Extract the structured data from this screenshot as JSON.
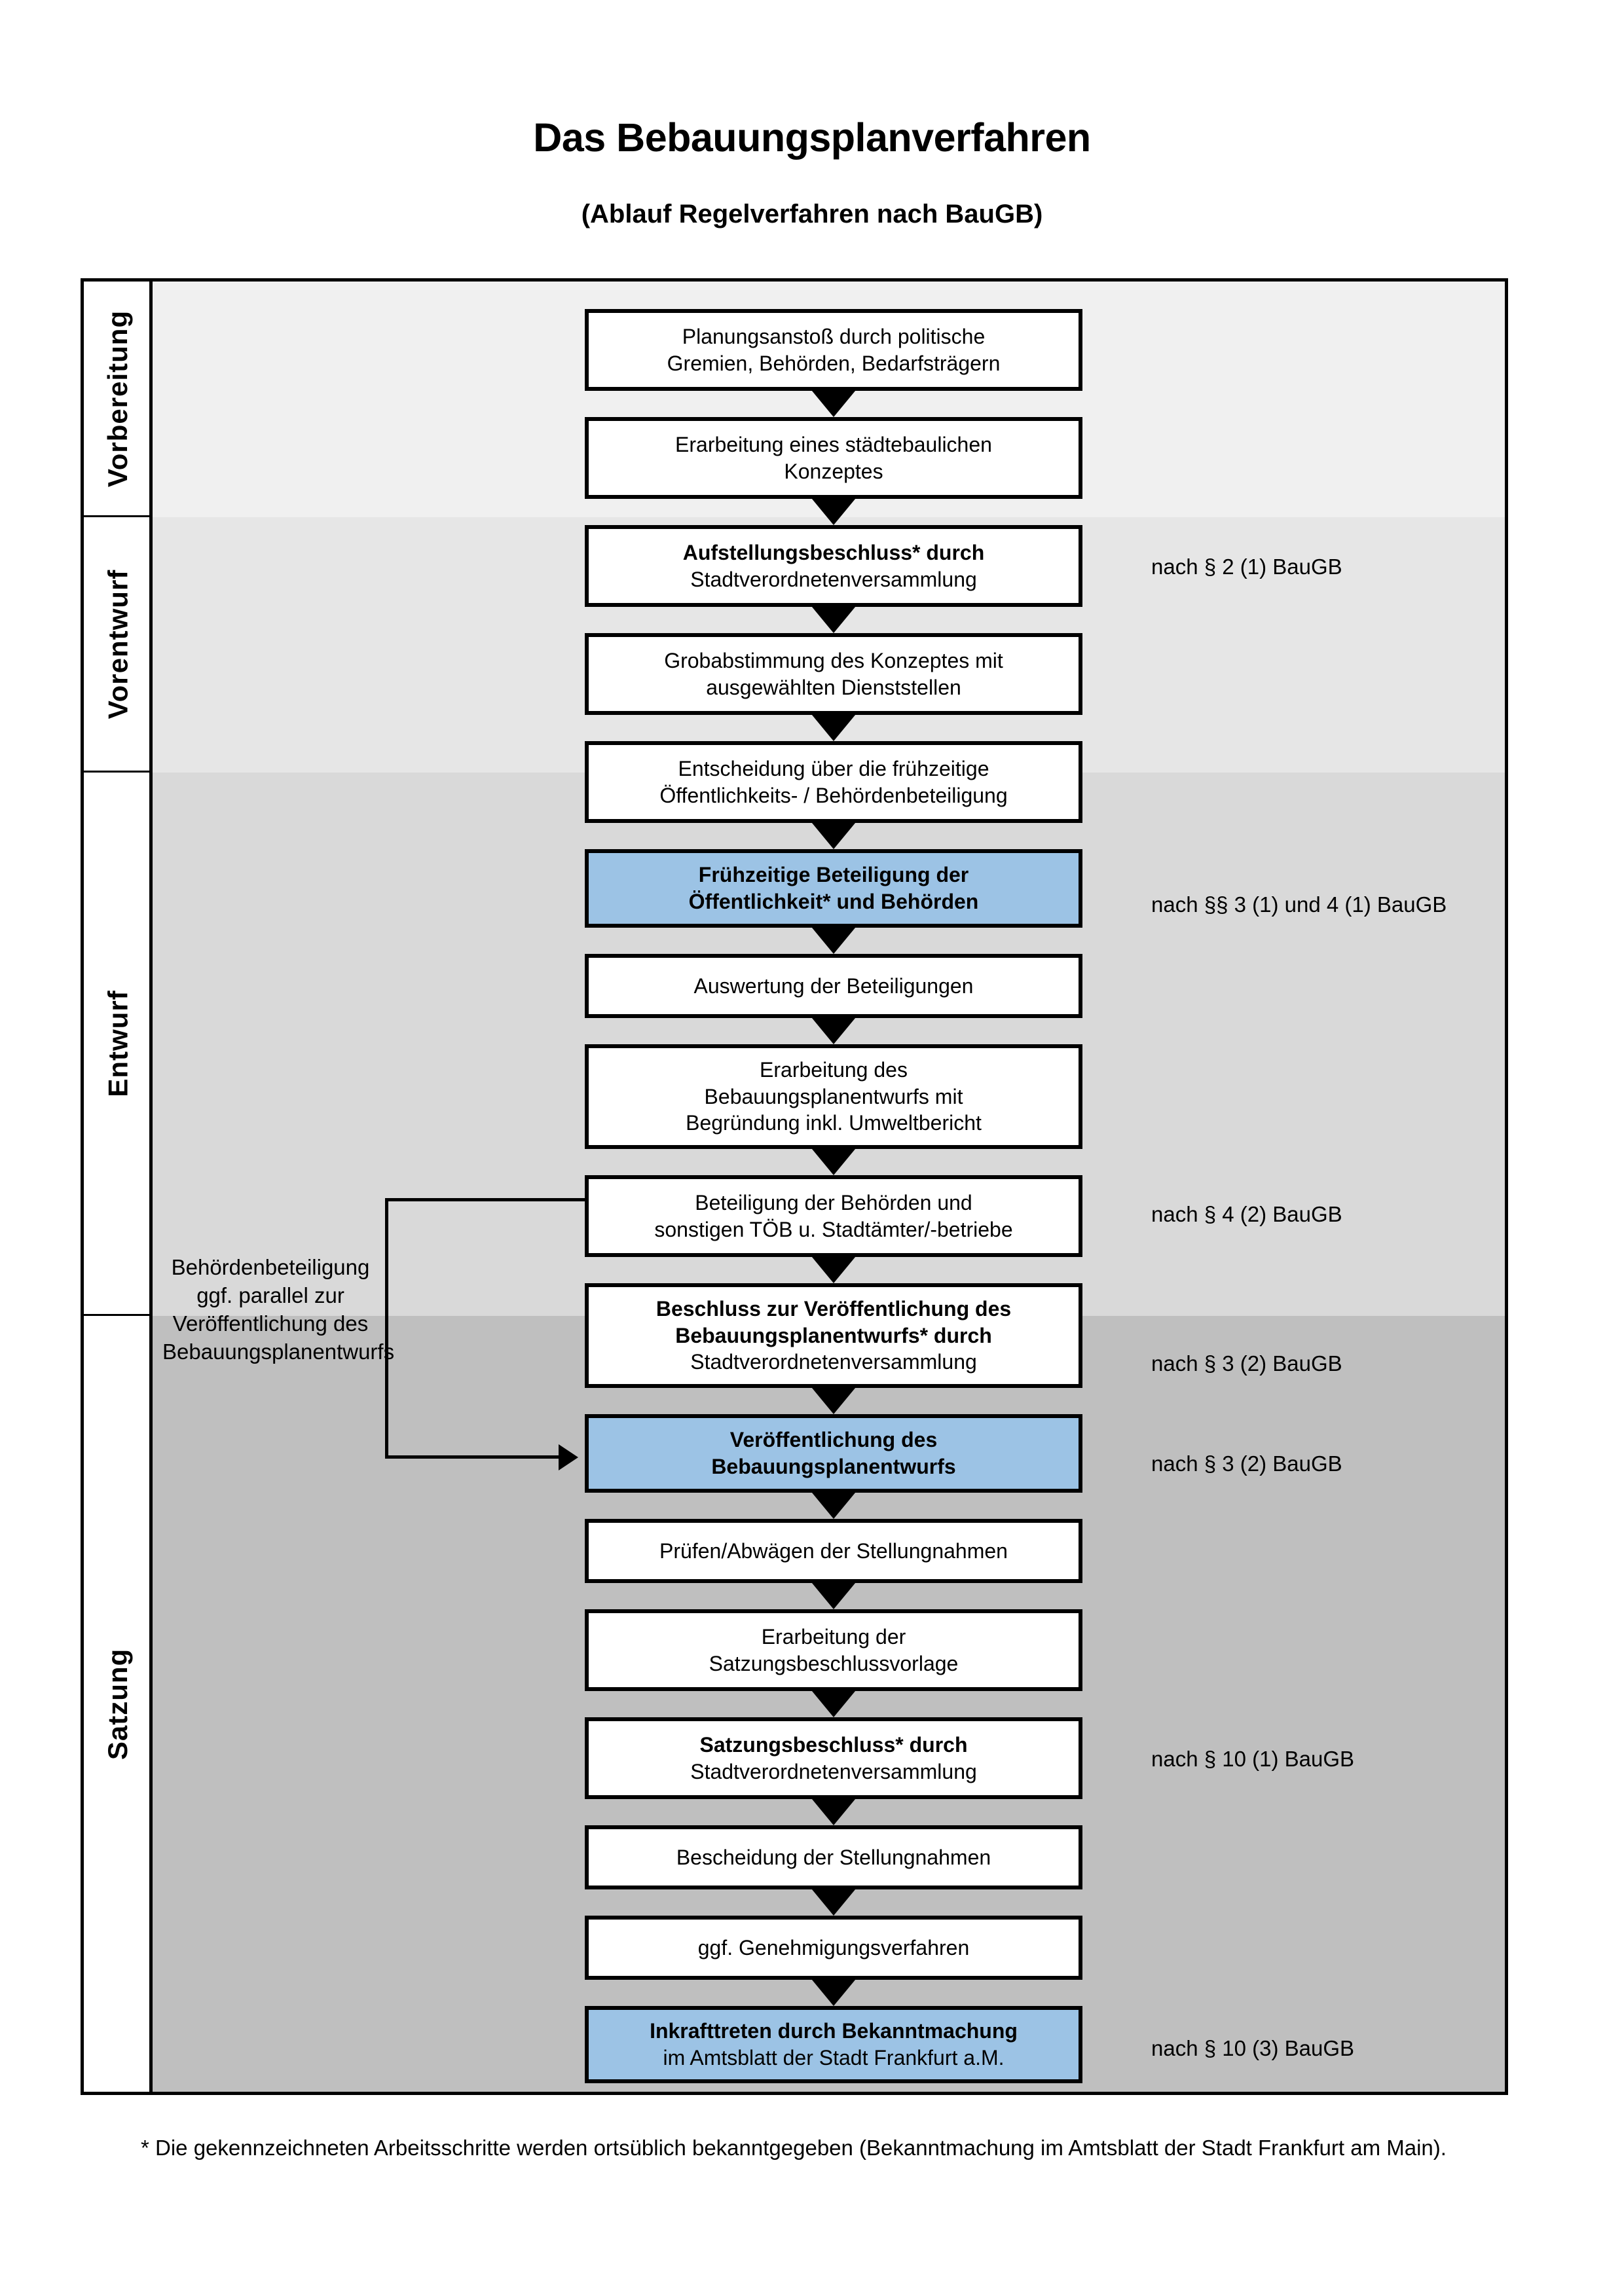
{
  "header": {
    "title": "Das Bebauungsplanverfahren",
    "subtitle": "(Ablauf Regelverfahren nach BauGB)"
  },
  "phases": [
    {
      "label": "Vorbereitung"
    },
    {
      "label": "Vorentwurf"
    },
    {
      "label": "Entwurf"
    },
    {
      "label": "Satzung"
    }
  ],
  "steps": [
    {
      "line1": "Planungsanstoß durch politische",
      "line2": "Gremien, Behörden, Bedarfsträgern",
      "line3": "",
      "highlight": false
    },
    {
      "line1": "Erarbeitung eines städtebaulichen",
      "line2": "Konzeptes",
      "line3": "",
      "highlight": false
    },
    {
      "line1": "Aufstellungsbeschluss* durch",
      "line2": "Stadtverordnetenversammlung",
      "line3": "",
      "highlight": false,
      "bold_first": true
    },
    {
      "line1": "Grobabstimmung des Konzeptes mit",
      "line2": "ausgewählten Dienststellen",
      "line3": "",
      "highlight": false
    },
    {
      "line1": "Entscheidung über die frühzeitige",
      "line2": "Öffentlichkeits- / Behördenbeteiligung",
      "line3": "",
      "highlight": false
    },
    {
      "line1": "Frühzeitige Beteiligung der",
      "line2": "Öffentlichkeit* und Behörden",
      "line3": "",
      "highlight": true,
      "bold_all": true
    },
    {
      "line1": "Auswertung der Beteiligungen",
      "line2": "",
      "line3": "",
      "highlight": false
    },
    {
      "line1": "Erarbeitung des",
      "line2": "Bebauungsplanentwurfs mit",
      "line3": "Begründung inkl. Umweltbericht",
      "highlight": false
    },
    {
      "line1": "Beteiligung der Behörden und",
      "line2": "sonstigen TÖB u. Stadtämter/-betriebe",
      "line3": "",
      "highlight": false
    },
    {
      "line1": "Beschluss zur Veröffentlichung des",
      "line2": "Bebauungsplanentwurfs* durch",
      "line3": "Stadtverordnetenversammlung",
      "highlight": false,
      "bold_first_two": true
    },
    {
      "line1": "Veröffentlichung des",
      "line2": "Bebauungsplanentwurfs",
      "line3": "",
      "highlight": true,
      "bold_all": true
    },
    {
      "line1": "Prüfen/Abwägen der Stellungnahmen",
      "line2": "",
      "line3": "",
      "highlight": false
    },
    {
      "line1": "Erarbeitung der",
      "line2": "Satzungsbeschlussvorlage",
      "line3": "",
      "highlight": false
    },
    {
      "line1": "Satzungsbeschluss* durch",
      "line2": "Stadtverordnetenversammlung",
      "line3": "",
      "highlight": false,
      "bold_first": true
    },
    {
      "line1": "Bescheidung der Stellungnahmen",
      "line2": "",
      "line3": "",
      "highlight": false
    },
    {
      "line1": "ggf. Genehmigungsverfahren",
      "line2": "",
      "line3": "",
      "highlight": false
    },
    {
      "line1": "Inkrafttreten durch Bekanntmachung",
      "line2": "im Amtsblatt der Stadt Frankfurt a.M.",
      "line3": "",
      "highlight": true,
      "bold_first": true
    }
  ],
  "references": [
    {
      "text": "nach § 2 (1) BauGB"
    },
    {
      "text": "nach §§ 3 (1) und 4 (1) BauGB"
    },
    {
      "text": "nach § 4 (2) BauGB"
    },
    {
      "text": "nach § 3 (2) BauGB"
    },
    {
      "text": "nach § 3 (2) BauGB"
    },
    {
      "text": "nach § 10 (1) BauGB"
    },
    {
      "text": "nach § 10 (3) BauGB"
    }
  ],
  "parallel_note": {
    "line1": "Behördenbeteiligung",
    "line2": "ggf. parallel zur",
    "line3": "Veröffentlichung des",
    "line4": "Bebauungsplanentwurfs"
  },
  "footnote": {
    "text": "* Die gekennzeichneten Arbeitsschritte werden ortsüblich bekanntgegeben (Bekanntmachung im Amtsblatt  der Stadt Frankfurt am Main)."
  },
  "colors": {
    "highlight_blue": "#9cc3e5",
    "band_1": "#f0f0f0",
    "band_2": "#e6e6e6",
    "band_3": "#d9d9d9",
    "band_4": "#bfbfbf"
  }
}
